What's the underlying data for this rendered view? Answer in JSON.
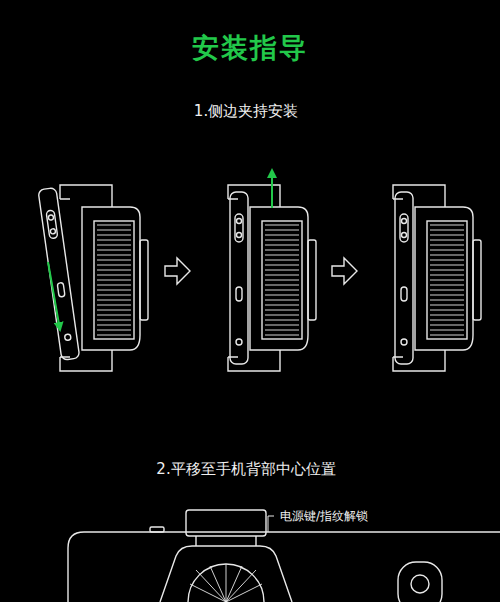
{
  "diagram": {
    "title": "安装指导",
    "labels": [
      "1.侧边夹持安装",
      "2.平移至手机背部中心位置",
      "电源键/指纹解锁"
    ]
  }
}
